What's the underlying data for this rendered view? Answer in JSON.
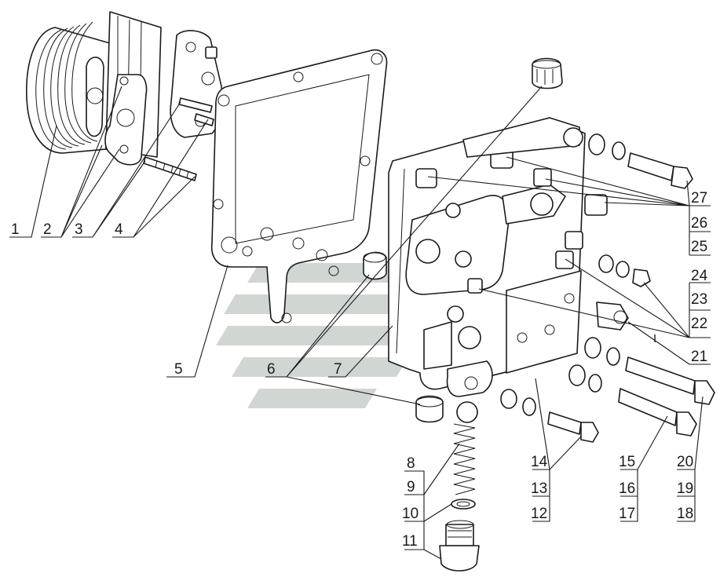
{
  "figure": {
    "callouts": [
      "1",
      "2",
      "3",
      "4",
      "5",
      "6",
      "7",
      "8",
      "9",
      "10",
      "11",
      "12",
      "13",
      "14",
      "15",
      "16",
      "17",
      "18",
      "19",
      "20",
      "21",
      "22",
      "23",
      "24",
      "25",
      "26",
      "27"
    ],
    "stray_mark": "I"
  },
  "colors": {
    "line": "#1a1a1a",
    "watermark": "#c9cfcc",
    "background": "#ffffff"
  }
}
